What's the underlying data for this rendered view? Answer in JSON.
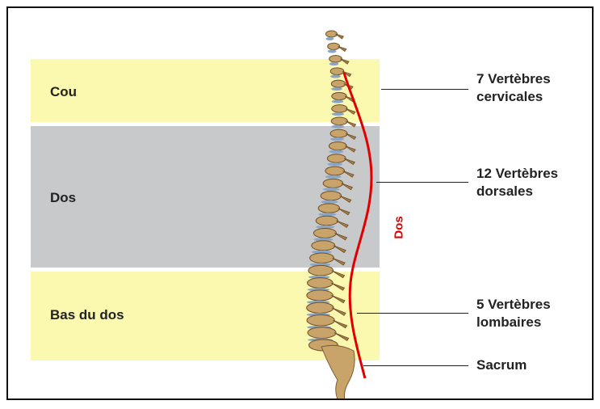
{
  "colors": {
    "neck_band": "#fbf8b0",
    "back_band": "#c8c9cb",
    "lower_back_band": "#fbf8b0",
    "curve": "#e00000",
    "bone": "#c8a36a",
    "disc": "#8aa6c6"
  },
  "regions": {
    "neck": "Cou",
    "back": "Dos",
    "lower_back": "Bas du dos"
  },
  "vertebrae": {
    "cervical": {
      "line1": "7 Vertèbres",
      "line2": "cervicales"
    },
    "dorsal": {
      "line1": "12 Vertèbres",
      "line2": "dorsales"
    },
    "lumbar": {
      "line1": "5 Vertèbres",
      "line2": "lombaires"
    },
    "sacrum": "Sacrum"
  },
  "curve_label": "Dos"
}
